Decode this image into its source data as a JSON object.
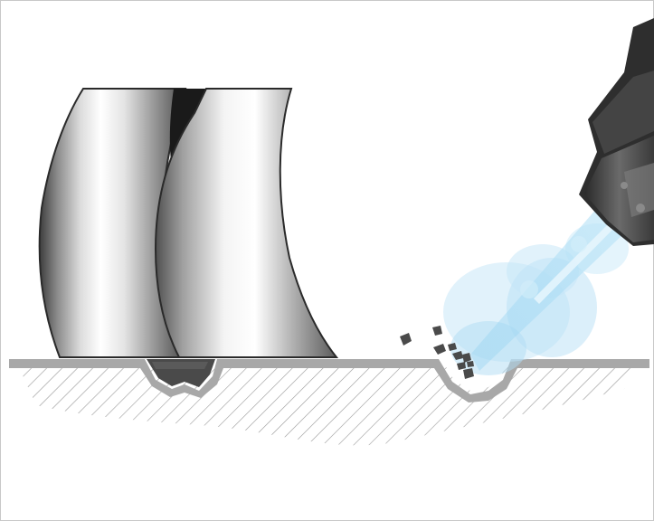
{
  "diagram": {
    "subject": "",
    "colors": {
      "surface": "#a8a8a8",
      "hatch": "#9a9a9a",
      "residue": "#4a4a4a",
      "spray": "#8fd0f0",
      "nozzle": "#3a3a3a"
    },
    "components": [
      {
        "name": "drill-bit-icon"
      },
      {
        "name": "cleaning-nozzle-icon"
      },
      {
        "name": "spray-jet-icon"
      },
      {
        "name": "surface-line"
      },
      {
        "name": "hatched-substrate"
      },
      {
        "name": "left-cavity-with-residue"
      },
      {
        "name": "right-cavity-cleaned"
      },
      {
        "name": "debris-particles"
      }
    ]
  }
}
